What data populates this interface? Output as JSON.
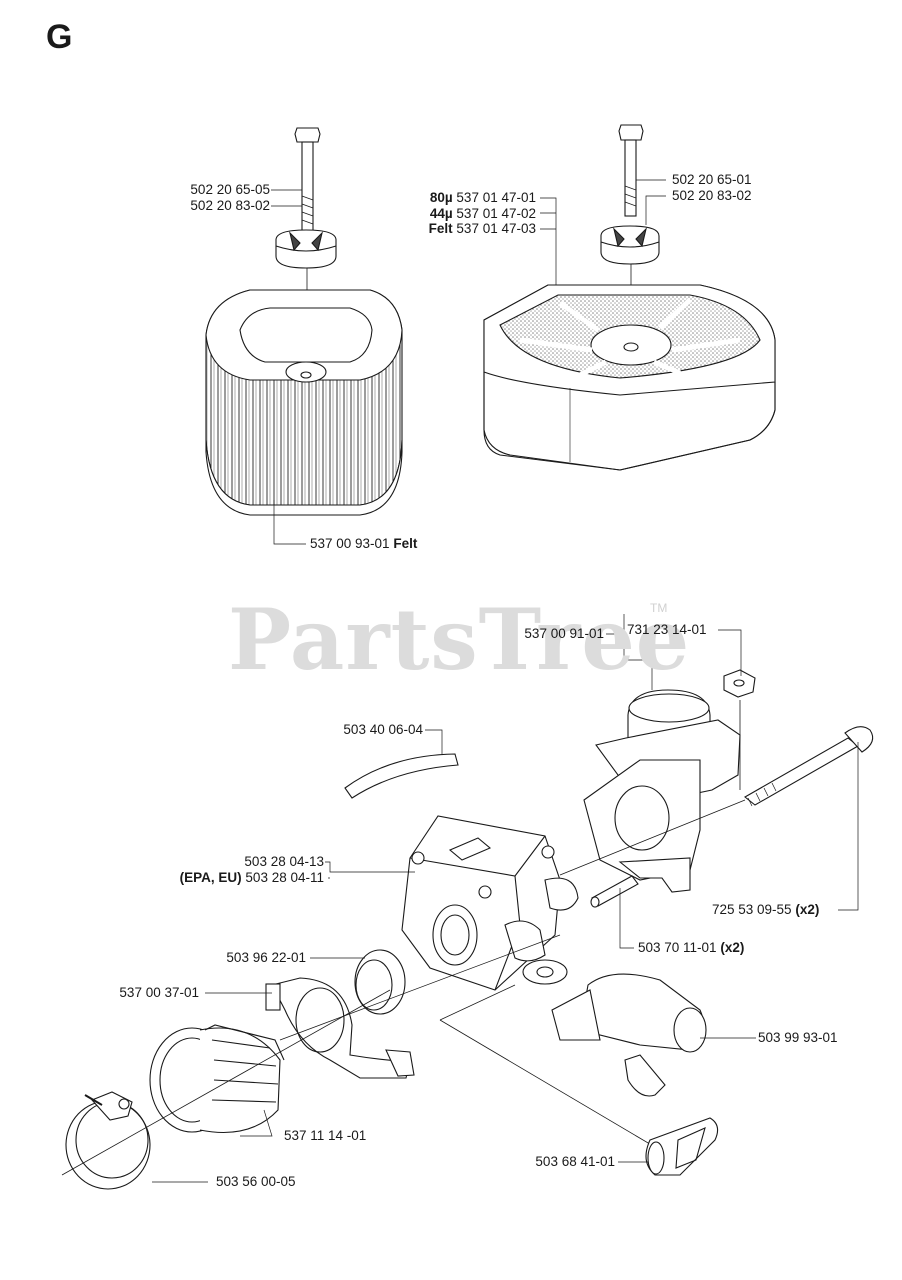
{
  "section": "G",
  "watermark": {
    "brand": "PartsTree",
    "tm": "TM"
  },
  "parts": {
    "bolt_left_a": "502 20 65-05",
    "bolt_left_b": "502 20 83-02",
    "filter_cover": {
      "a_qual": "80µ",
      "a_num": "537 01 47-01",
      "b_qual": "44µ",
      "b_num": "537 01 47-02",
      "c_qual": "Felt",
      "c_num": "537 01 47-03"
    },
    "bolt_right_a": "502 20 65-01",
    "bolt_right_b": "502 20 83-02",
    "felt_filter": {
      "num": "537 00 93-01",
      "qual": "Felt"
    },
    "intake_adapter": "537 00 91-01",
    "nut": "731 23 14-01",
    "fuel_hose": "503 40 06-04",
    "carburetor_a": "503 28 04-13",
    "carburetor_b_qual": "(EPA, EU)",
    "carburetor_b": "503 28 04-11",
    "long_bolt": {
      "num": "725 53 09-55",
      "qty": "(x2)"
    },
    "gasket_ring": "503 96 22-01",
    "spacer": {
      "num": "503 70 11-01",
      "qty": "(x2)"
    },
    "clamp_bracket": "537 00 37-01",
    "choke_shaft": "503 99 93-01",
    "intake_boot": "537 11 14 -01",
    "choke_knob": "503 68 41-01",
    "hose_clamp": "503 56 00-05"
  }
}
